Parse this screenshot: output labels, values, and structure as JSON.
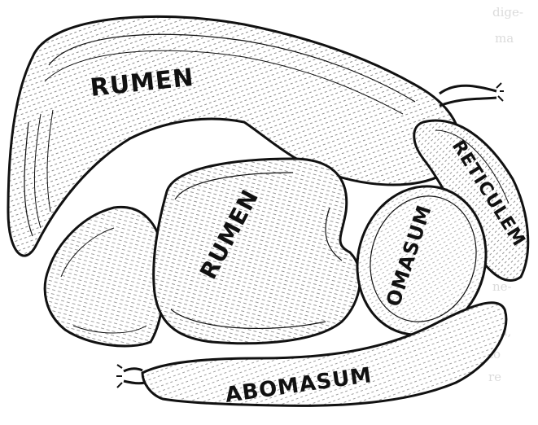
{
  "labels": {
    "rumen_top": "RUMEN",
    "rumen_center": "RUMEN",
    "reticulum": "RETICULEM",
    "omasum": "OMASUM",
    "abomasum": "ABOMASUM"
  },
  "colors": {
    "ink": "#111111",
    "paper": "#ffffff",
    "bleed_text": "#9a9a9a"
  }
}
